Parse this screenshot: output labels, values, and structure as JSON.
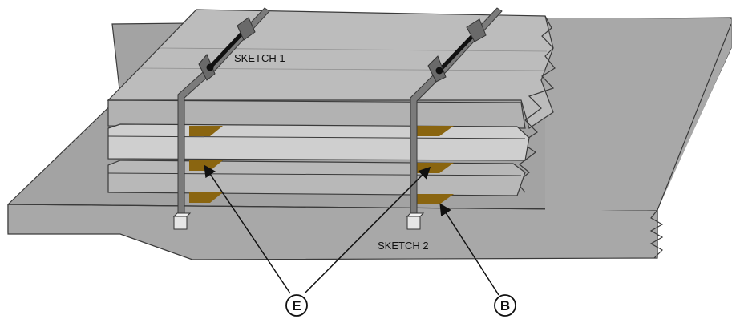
{
  "labels": {
    "sketch1": "SKETCH 1",
    "sketch2": "SKETCH 2",
    "callout_e": "E",
    "callout_b": "B"
  },
  "colors": {
    "slab": "#a3a3a3",
    "plank_light": "#c4c4c4",
    "plank_mid": "#b5b5b5",
    "post": "#7b7b7b",
    "shim": "#8a6510",
    "outline": "#3a3a3a"
  }
}
